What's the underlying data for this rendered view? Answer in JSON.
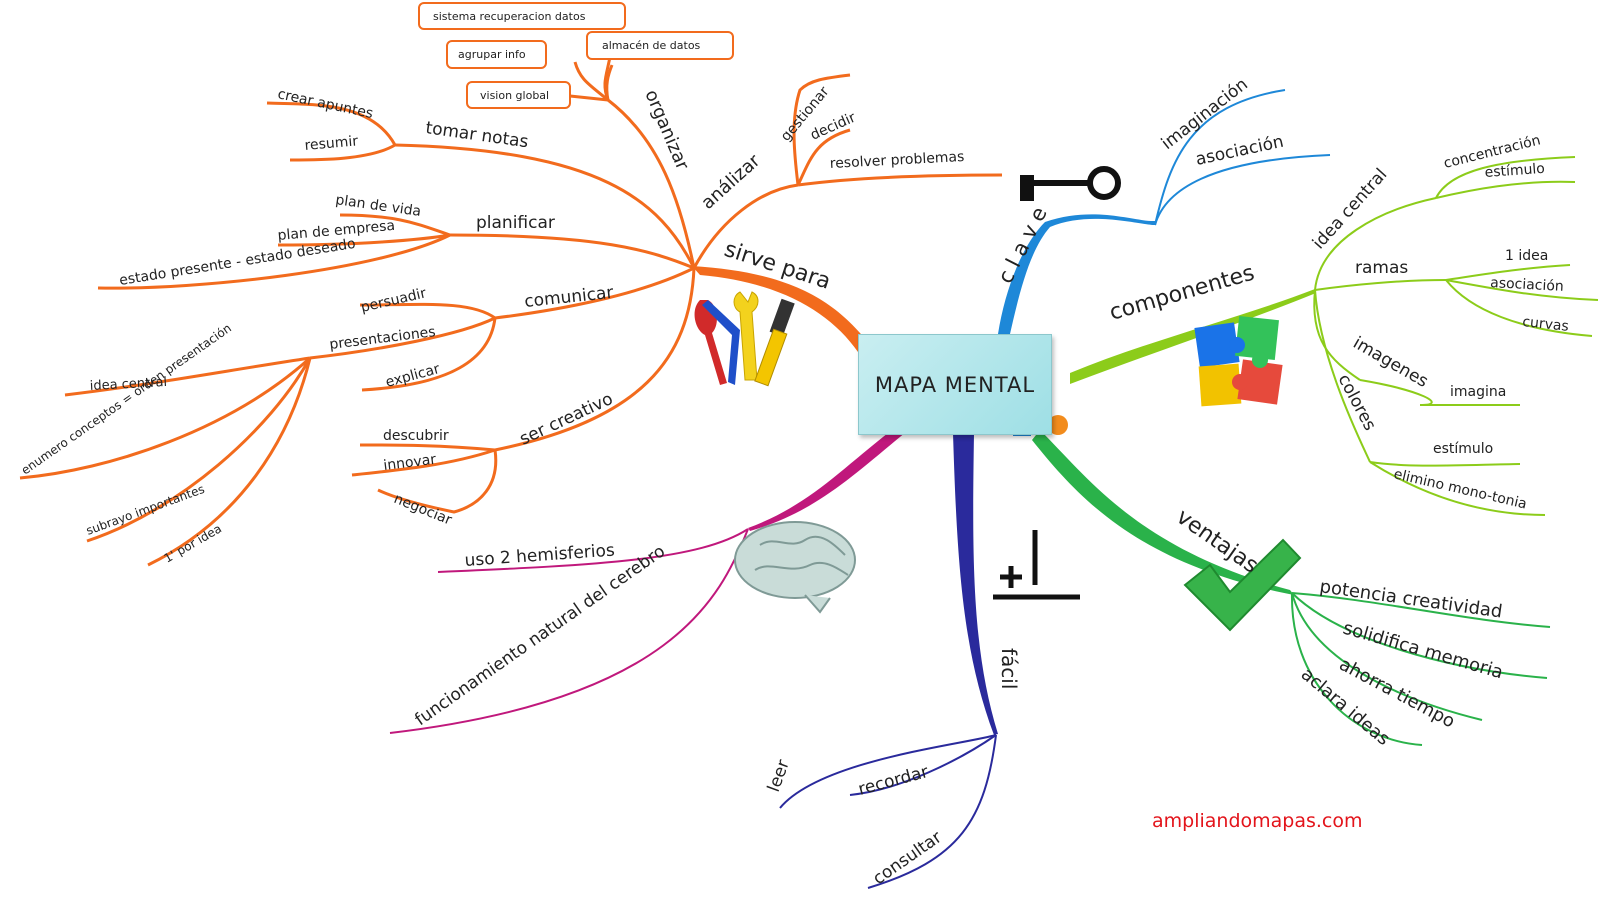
{
  "central": {
    "title": "MAPA MENTAL"
  },
  "colors": {
    "orange": "#f26b1d",
    "magenta": "#c0187c",
    "navy": "#2a2a9c",
    "blue": "#1e88d8",
    "lime": "#8ccc1a",
    "green": "#2ab24a",
    "watermark": "#e3141b"
  },
  "branches": {
    "sirve_para": {
      "label": "sirve para",
      "organizar": {
        "label": "organizar",
        "items": [
          "sistema recuperacion datos",
          "almacén de datos",
          "agrupar info",
          "vision global"
        ]
      },
      "analizar": {
        "label": "análizar",
        "items": [
          "gestionar",
          "decidir",
          "resolver problemas"
        ]
      },
      "tomar_notas": {
        "label": "tomar notas",
        "items": [
          "crear apuntes",
          "resumir"
        ]
      },
      "planificar": {
        "label": "planificar",
        "items": [
          "plan de vida",
          "plan de empresa",
          "estado presente - estado deseado"
        ]
      },
      "comunicar": {
        "label": "comunicar",
        "items": [
          "persuadir",
          "presentaciones",
          "explicar"
        ]
      },
      "presentaciones": {
        "items": [
          "idea central",
          "enumero conceptos = orden presentación",
          "subrayo importantes",
          "1' por idea"
        ]
      },
      "ser_creativo": {
        "label": "ser creativo",
        "items": [
          "descubrir",
          "innovar",
          "negociar"
        ]
      }
    },
    "clave": {
      "label": "c l a v e",
      "items": [
        "imaginación",
        "asociación"
      ]
    },
    "componentes": {
      "label": "componentes",
      "idea_central": {
        "label": "idea central",
        "items": [
          "concentración",
          "estímulo"
        ]
      },
      "ramas": {
        "label": "ramas",
        "items": [
          "1 idea",
          "asociación",
          "curvas"
        ]
      },
      "imagenes": {
        "label": "imagenes",
        "items": [
          "imagina"
        ]
      },
      "colores": {
        "label": "colores",
        "items": [
          "estímulo",
          "elimino mono-tonia"
        ]
      }
    },
    "ventajas": {
      "label": "ventajas",
      "items": [
        "potencia creatividad",
        "solidifica memoria",
        "ahorra tiempo",
        "aclara ideas"
      ]
    },
    "facil": {
      "label": "fácil",
      "items": [
        "leer",
        "recordar",
        "consultar"
      ]
    },
    "hemisferios": {
      "items": [
        "uso 2 hemisferios",
        "funcionamiento natural del cerebro"
      ]
    }
  },
  "icons": [
    "tools-icon",
    "key-icon",
    "puzzle-icon",
    "check-icon",
    "brain-icon",
    "plus-minus-icon",
    "shapes-icon"
  ],
  "watermark": "ampliandomapas.com"
}
